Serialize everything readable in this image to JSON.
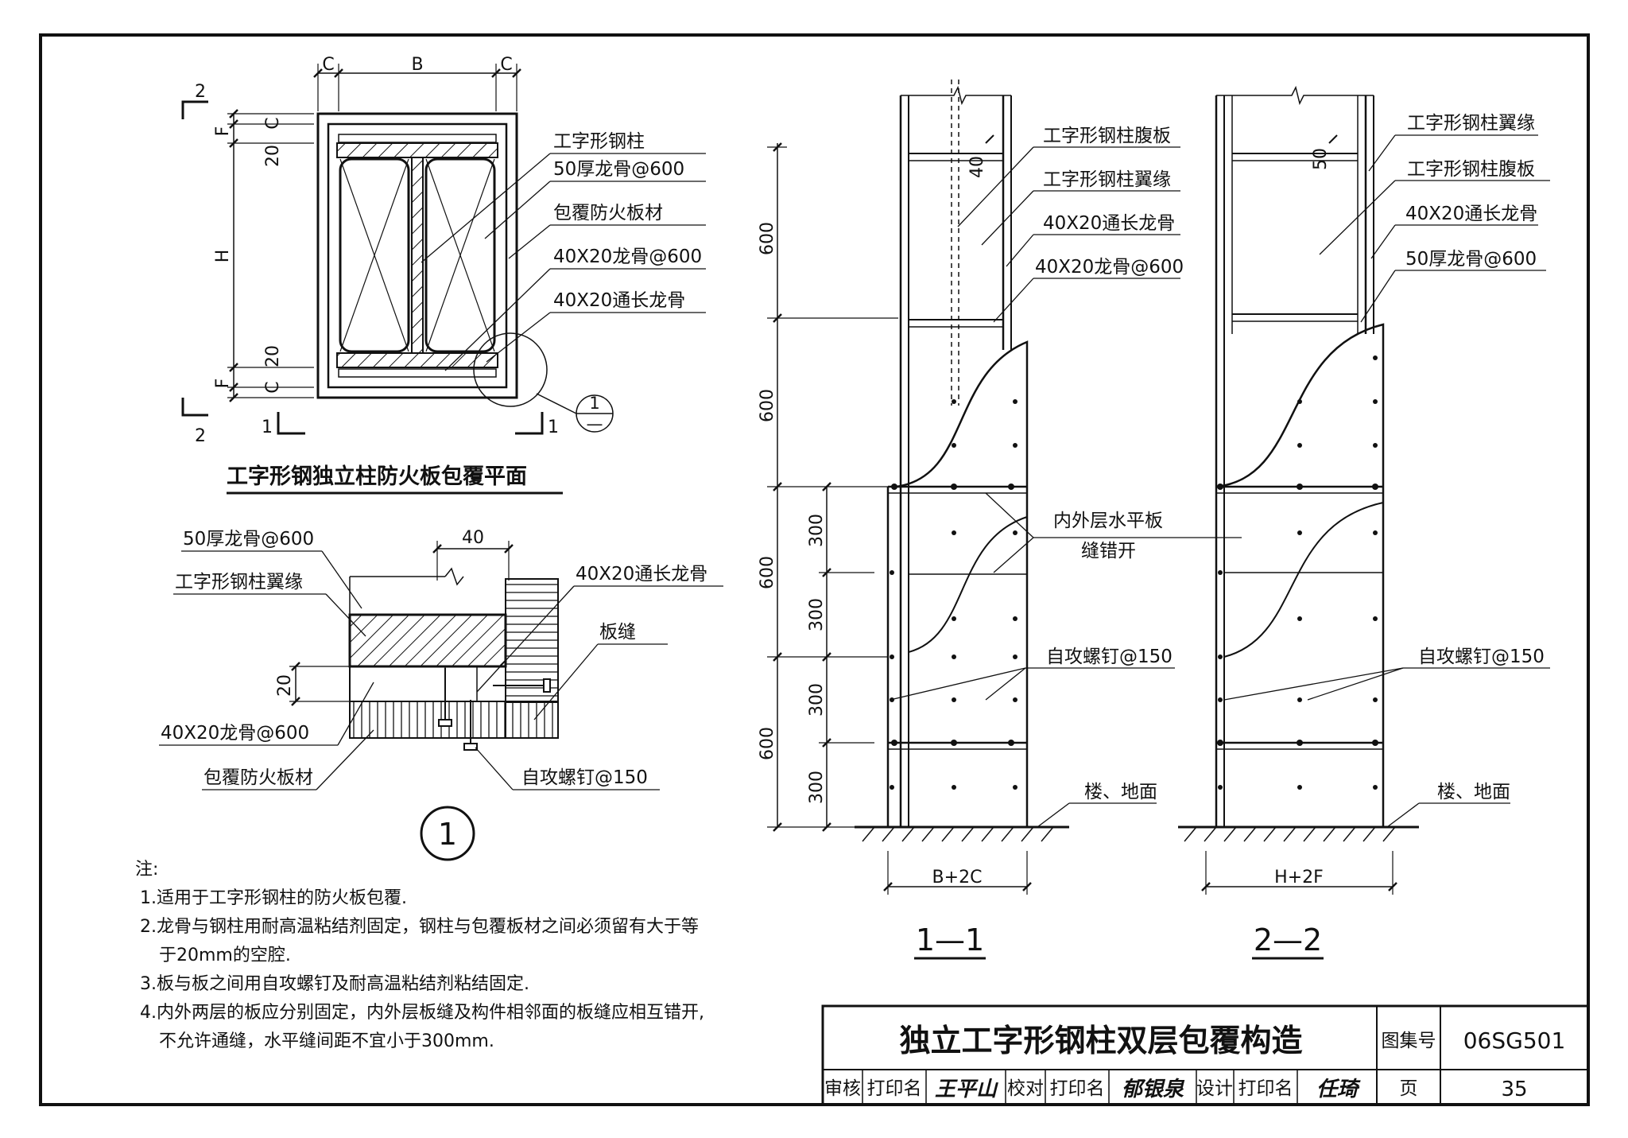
{
  "plan": {
    "title": "工字形钢独立柱防火板包覆平面",
    "dims": {
      "c_left": "C",
      "b": "B",
      "c_right": "C",
      "f_top": "F",
      "c_top": "C",
      "d20_top": "20",
      "h": "H",
      "d20_bottom": "20",
      "f_bottom": "F",
      "c_bottom": "C"
    },
    "section_marks": {
      "top": "2",
      "bottom": "2",
      "left": "1",
      "right": "1"
    },
    "callouts": [
      "工字形钢柱",
      "50厚龙骨@600",
      "包覆防火板材",
      "40X20龙骨@600",
      "40X20通长龙骨"
    ],
    "detail_ref": {
      "number": "1",
      "sheet": "—"
    }
  },
  "detail1": {
    "number": "1",
    "dim_40": "40",
    "dim_20": "20",
    "callouts": {
      "keel50": "50厚龙骨@600",
      "flange": "工字形钢柱翼缘",
      "keel_long": "40X20通长龙骨",
      "seam": "板缝",
      "keel40": "40X20龙骨@600",
      "board": "包覆防火板材",
      "screw": "自攻螺钉@150"
    }
  },
  "notes": {
    "head": "注:",
    "lines": [
      "1.适用于工字形钢柱的防火板包覆.",
      "2.龙骨与钢柱用耐高温粘结剂固定，钢柱与包覆板材之间必须留有大于等",
      "于20mm的空腔.",
      "3.板与板之间用自攻螺钉及耐高温粘结剂粘结固定.",
      "4.内外两层的板应分别固定，内外层板缝及构件相邻面的板缝应相互错开,",
      "不允许通缝，水平缝间距不宜小于300mm."
    ]
  },
  "section11": {
    "label": "1—1",
    "outer_dims": [
      "600",
      "600",
      "600",
      "600"
    ],
    "inner_dims": [
      "300",
      "300",
      "300",
      "300"
    ],
    "dim_40": "40",
    "width": "B+2C",
    "callouts": {
      "web": "工字形钢柱腹板",
      "flange": "工字形钢柱翼缘",
      "keel_long": "40X20通长龙骨",
      "keel": "40X20龙骨@600",
      "screw": "自攻螺钉@150",
      "floor": "楼、地面"
    },
    "seam_note": [
      "内外层水平板",
      "缝错开"
    ]
  },
  "section22": {
    "label": "2—2",
    "dim_50": "50",
    "width": "H+2F",
    "callouts": {
      "flange": "工字形钢柱翼缘",
      "web": "工字形钢柱腹板",
      "keel_long": "40X20通长龙骨",
      "keel50": "50厚龙骨@600",
      "screw": "自攻螺钉@150",
      "floor": "楼、地面"
    }
  },
  "titleblock": {
    "title": "独立工字形钢柱双层包覆构造",
    "atlas_label": "图集号",
    "atlas_no": "06SG501",
    "review": "审核",
    "check": "校对",
    "design": "设计",
    "printname": "打印名",
    "page_label": "页",
    "page_no": "35",
    "sig1": "王平山",
    "sig2": "郁银泉",
    "sig3": "任琦"
  }
}
